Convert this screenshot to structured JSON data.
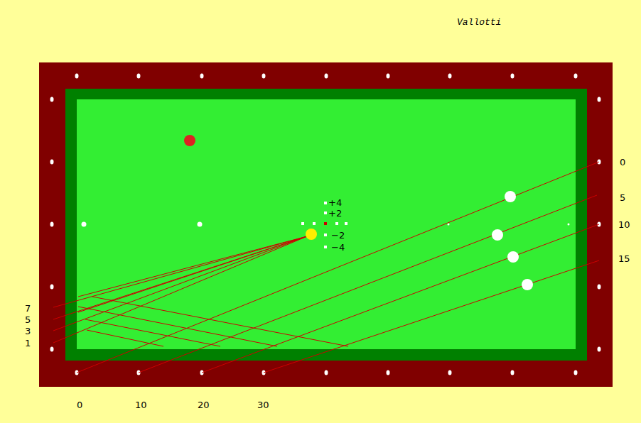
{
  "diagram": {
    "title": "Vallotti",
    "labels": [
      "+4",
      "+2",
      "−2",
      "−4",
      "0",
      "5",
      "10",
      "15",
      "7",
      "5",
      "3",
      "1",
      "0",
      "10",
      "20",
      "30"
    ]
  }
}
